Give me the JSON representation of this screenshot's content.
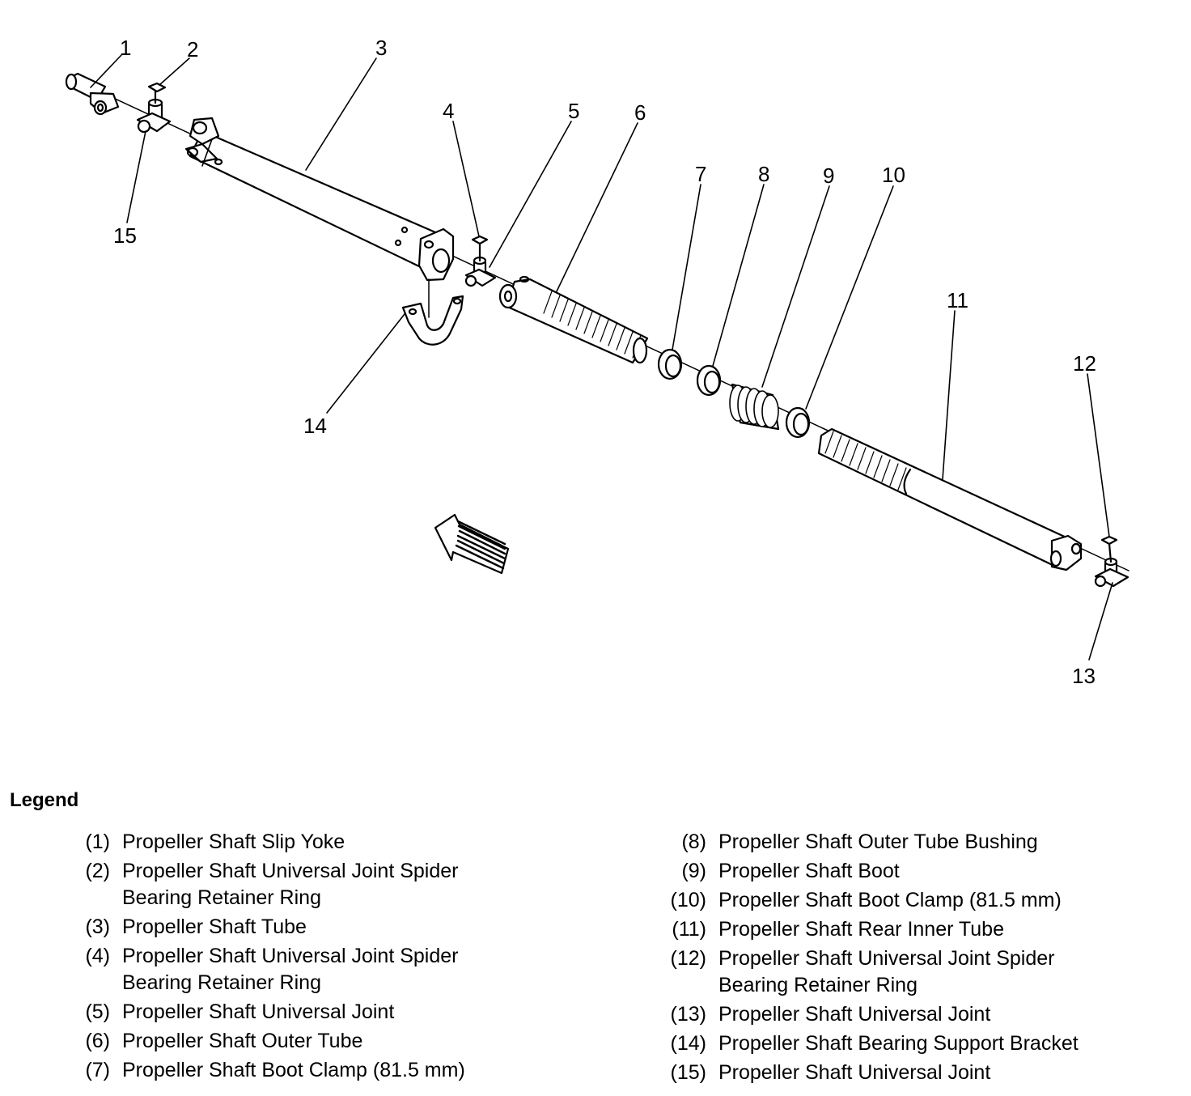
{
  "callouts": [
    {
      "id": "1",
      "label": "1"
    },
    {
      "id": "2",
      "label": "2"
    },
    {
      "id": "3",
      "label": "3"
    },
    {
      "id": "4",
      "label": "4"
    },
    {
      "id": "5",
      "label": "5"
    },
    {
      "id": "6",
      "label": "6"
    },
    {
      "id": "7",
      "label": "7"
    },
    {
      "id": "8",
      "label": "8"
    },
    {
      "id": "9",
      "label": "9"
    },
    {
      "id": "10",
      "label": "10"
    },
    {
      "id": "11",
      "label": "11"
    },
    {
      "id": "12",
      "label": "12"
    },
    {
      "id": "13",
      "label": "13"
    },
    {
      "id": "14",
      "label": "14"
    },
    {
      "id": "15",
      "label": "15"
    }
  ],
  "legend": {
    "title": "Legend",
    "left": [
      {
        "num": "(1)",
        "text": "Propeller Shaft Slip Yoke"
      },
      {
        "num": "(2)",
        "text": "Propeller Shaft Universal Joint Spider\nBearing Retainer Ring"
      },
      {
        "num": "(3)",
        "text": "Propeller Shaft Tube"
      },
      {
        "num": "(4)",
        "text": "Propeller Shaft Universal Joint Spider\nBearing Retainer Ring"
      },
      {
        "num": "(5)",
        "text": "Propeller Shaft Universal Joint"
      },
      {
        "num": "(6)",
        "text": "Propeller Shaft Outer Tube"
      },
      {
        "num": "(7)",
        "text": "Propeller Shaft Boot Clamp (81.5 mm)"
      }
    ],
    "right": [
      {
        "num": "(8)",
        "text": "Propeller Shaft Outer Tube Bushing"
      },
      {
        "num": "(9)",
        "text": "Propeller Shaft Boot"
      },
      {
        "num": "(10)",
        "text": "Propeller Shaft Boot Clamp (81.5 mm)"
      },
      {
        "num": "(11)",
        "text": "Propeller Shaft Rear Inner Tube"
      },
      {
        "num": "(12)",
        "text": "Propeller Shaft Universal Joint Spider\nBearing Retainer Ring"
      },
      {
        "num": "(13)",
        "text": "Propeller Shaft Universal Joint"
      },
      {
        "num": "(14)",
        "text": "Propeller Shaft Bearing Support Bracket"
      },
      {
        "num": "(15)",
        "text": "Propeller Shaft Universal Joint"
      }
    ]
  }
}
